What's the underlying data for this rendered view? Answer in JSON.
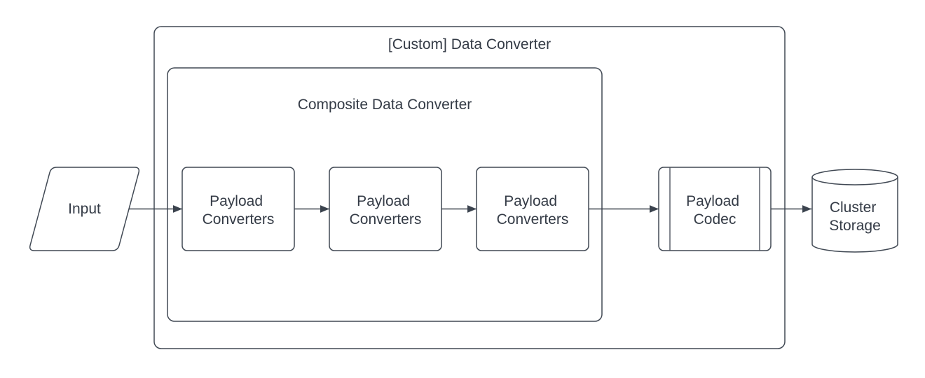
{
  "colors": {
    "background": "#ffffff",
    "shape_stroke": "#414954",
    "arrow": "#3b434e",
    "text": "#343b46"
  },
  "containers": {
    "outer": {
      "title": "[Custom] Data Converter"
    },
    "inner": {
      "title": "Composite Data Converter"
    }
  },
  "nodes": {
    "input": {
      "label": "Input",
      "shape": "parallelogram"
    },
    "converter_a": {
      "label_line1": "Payload",
      "label_line2": "Converters",
      "shape": "rounded-rectangle"
    },
    "converter_b": {
      "label_line1": "Payload",
      "label_line2": "Converters",
      "shape": "rounded-rectangle"
    },
    "converter_c": {
      "label_line1": "Payload",
      "label_line2": "Converters",
      "shape": "rounded-rectangle"
    },
    "codec": {
      "label_line1": "Payload",
      "label_line2": "Codec",
      "shape": "subroutine"
    },
    "storage": {
      "label_line1": "Cluster",
      "label_line2": "Storage",
      "shape": "cylinder"
    }
  },
  "edges": [
    {
      "from": "input",
      "to": "payload-converters-1"
    },
    {
      "from": "payload-converters-1",
      "to": "payload-converters-2"
    },
    {
      "from": "payload-converters-2",
      "to": "payload-converters-3"
    },
    {
      "from": "payload-converters-3",
      "to": "payload-codec"
    },
    {
      "from": "payload-codec",
      "to": "cluster-storage"
    }
  ]
}
